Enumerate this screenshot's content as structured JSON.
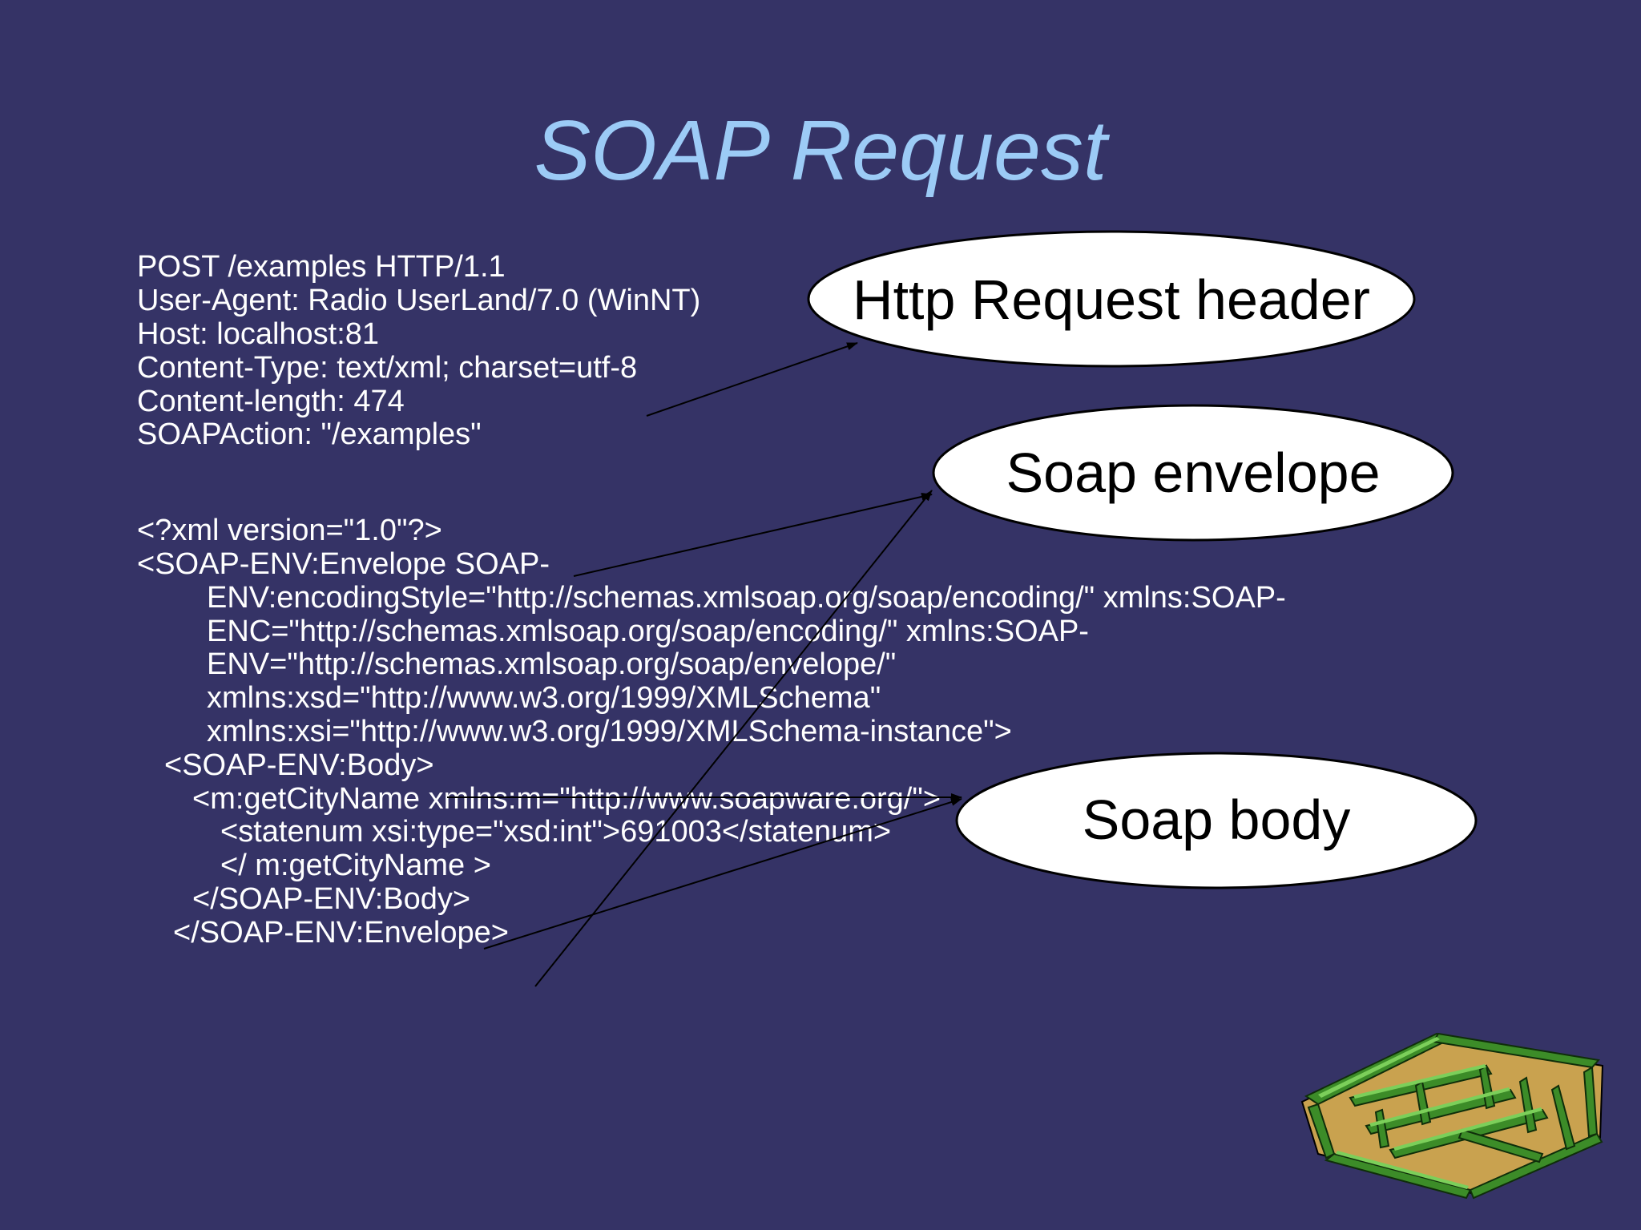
{
  "slide": {
    "title": "SOAP Request"
  },
  "http_header_lines": [
    "POST /examples HTTP/1.1",
    "User-Agent: Radio UserLand/7.0 (WinNT)",
    "Host: localhost:81",
    "Content-Type: text/xml; charset=utf-8",
    "Content-length: 474",
    "SOAPAction: \"/examples\""
  ],
  "xml_lines": [
    "<?xml version=\"1.0\"?>",
    "<SOAP-ENV:Envelope SOAP-",
    "ENV:encodingStyle=\"http://schemas.xmlsoap.org/soap/encoding/\" xmlns:SOAP-",
    "ENC=\"http://schemas.xmlsoap.org/soap/encoding/\" xmlns:SOAP-",
    "ENV=\"http://schemas.xmlsoap.org/soap/envelope/\"",
    "xmlns:xsd=\"http://www.w3.org/1999/XMLSchema\"",
    "xmlns:xsi=\"http://www.w3.org/1999/XMLSchema-instance\">",
    "<SOAP-ENV:Body>",
    "<m:getCityName xmlns:m=\"http://www.soapware.org/\">",
    "<statenum xsi:type=\"xsd:int\">691003</statenum>",
    "</ m:getCityName >",
    "</SOAP-ENV:Body>",
    "</SOAP-ENV:Envelope>"
  ],
  "callouts": {
    "http_header": "Http Request header",
    "soap_envelope": "Soap envelope",
    "soap_body": "Soap body"
  },
  "decoration": {
    "icon": "maze-clipart-icon"
  },
  "colors": {
    "background": "#353366",
    "title": "#9ccbf6",
    "text": "#ffffff",
    "callout_fill": "#ffffff",
    "maze_green": "#3c8c28"
  }
}
